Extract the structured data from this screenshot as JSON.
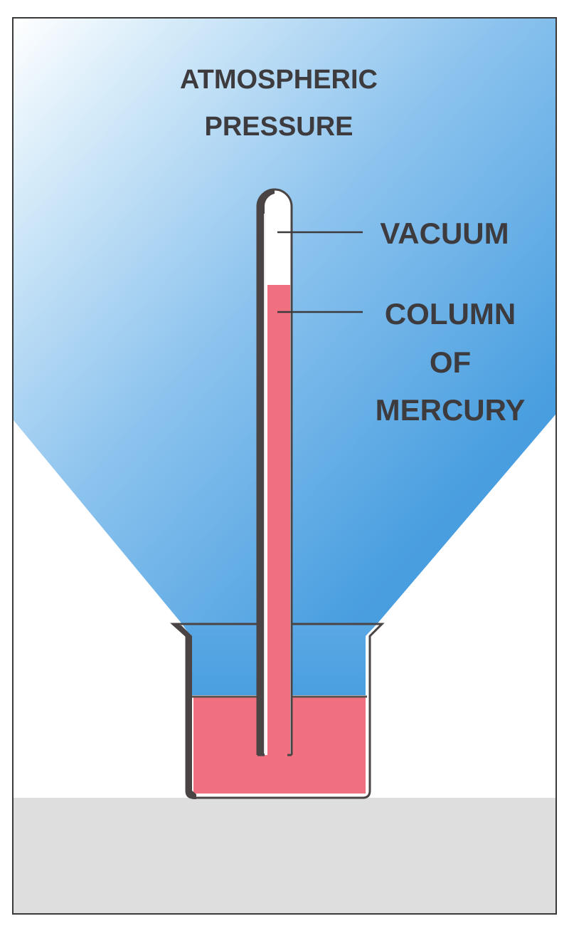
{
  "title": {
    "line1": "ATMOSPHERIC",
    "line2": "PRESSURE"
  },
  "labels": {
    "vacuum": "VACUUM",
    "column_line1": "COLUMN",
    "column_line2": "OF",
    "column_line3": "MERCURY"
  },
  "colors": {
    "sky_blue": "#4a9fe0",
    "mercury_red": "#f0707f",
    "outline_dark": "#4a4444",
    "floor_gray": "#dedede",
    "text_dark": "#3d3b3e"
  }
}
